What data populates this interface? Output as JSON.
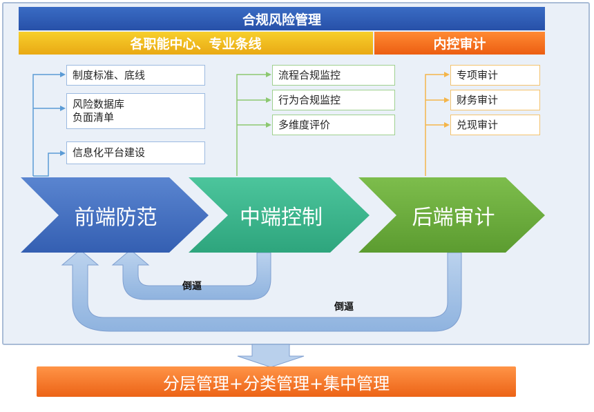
{
  "header": {
    "title": "合规风险管理",
    "left_band": "各职能中心、专业条线",
    "right_band": "内控审计"
  },
  "front": {
    "label": "前端防范",
    "items": [
      "制度标准、底线",
      "风险数据库\n负面清单",
      "信息化平台建设"
    ]
  },
  "middle": {
    "label": "中端控制",
    "items": [
      "流程合规监控",
      "行为合规监控",
      "多维度评价"
    ]
  },
  "back": {
    "label": "后端审计",
    "items": [
      "专项审计",
      "财务审计",
      "兑现审计"
    ]
  },
  "feedback": {
    "inner_label": "倒逼",
    "outer_label": "倒逼"
  },
  "footer": {
    "label": "分层管理+分类管理+集中管理"
  },
  "colors": {
    "front": "#4472c4",
    "middle": "#38b48c",
    "back": "#6aaa3a",
    "header_blue": "#2f5eb8",
    "band_yellow": "#f2bd22",
    "band_orange": "#f57224"
  }
}
